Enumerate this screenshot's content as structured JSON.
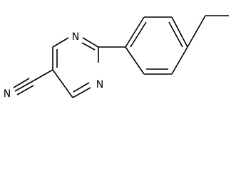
{
  "molecule": {
    "atoms": {
      "n_ring_top": "N",
      "n_ring_bottom": "N",
      "n_nitrile": "N"
    }
  }
}
